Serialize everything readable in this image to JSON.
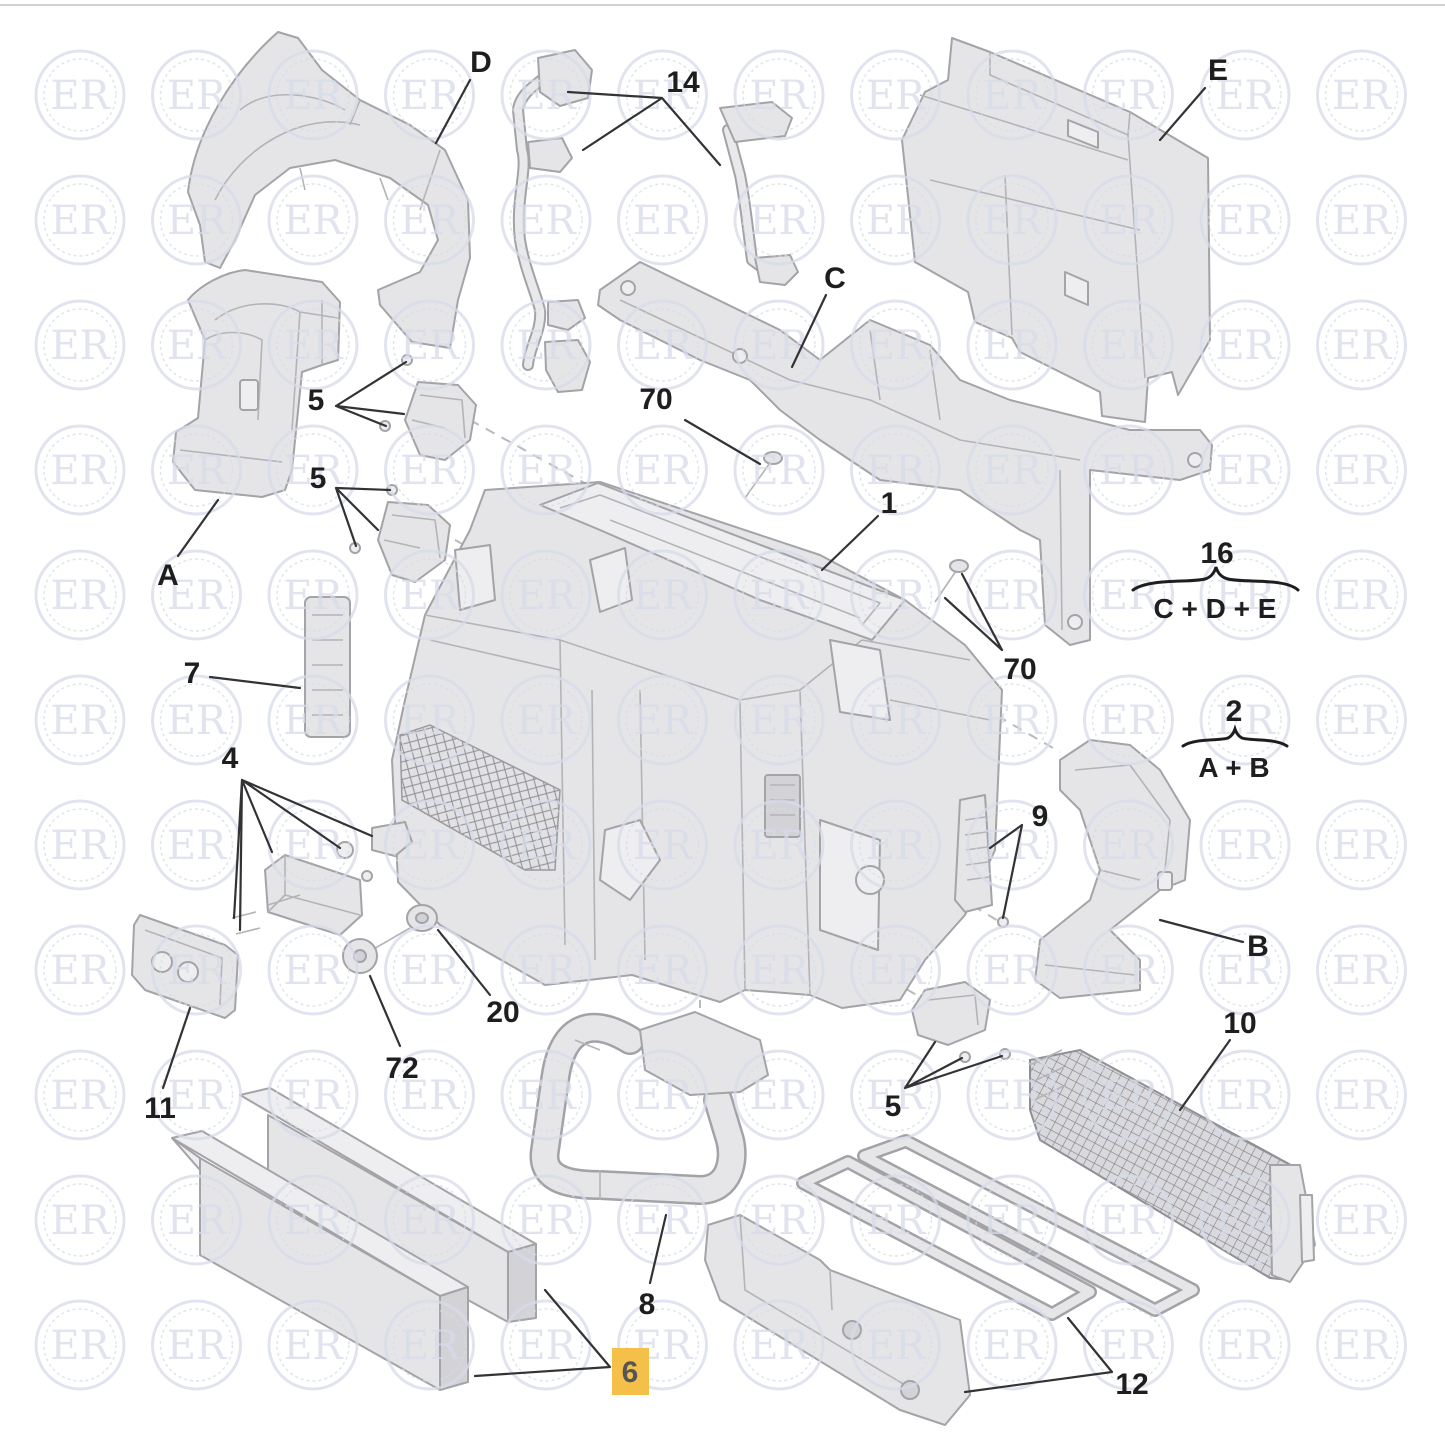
{
  "labels": {
    "part_D": "D",
    "part_14": "14",
    "part_E": "E",
    "part_C": "C",
    "part_5_top": "5",
    "part_70_top": "70",
    "part_5_mid": "5",
    "part_1": "1",
    "part_A": "A",
    "group_16": "16",
    "group_16_members": "C + D + E",
    "part_7": "7",
    "part_70_right": "70",
    "group_2": "2",
    "group_2_members": "A + B",
    "part_4": "4",
    "part_9": "9",
    "part_B": "B",
    "part_20": "20",
    "part_11": "11",
    "part_72": "72",
    "part_10": "10",
    "part_5_bottom": "5",
    "part_8": "8",
    "part_6": "6",
    "part_12": "12"
  },
  "watermark": {
    "text": "ER"
  },
  "colors": {
    "part_fill": "#e5e5e8",
    "part_stroke": "#a3a3a8",
    "label_text": "#1e1e1e",
    "highlight": "#f5c04a",
    "watermark": "#d7dcea"
  }
}
